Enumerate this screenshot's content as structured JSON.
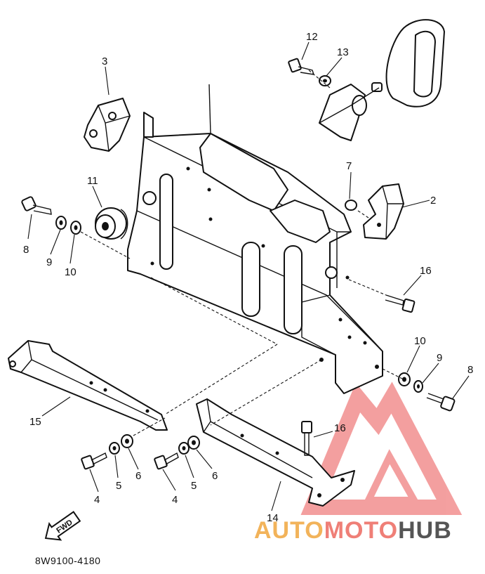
{
  "callouts": {
    "c1": "2",
    "c2": "3",
    "c3": "4",
    "c4": "4",
    "c5": "5",
    "c6": "5",
    "c7": "6",
    "c8": "6",
    "c9": "7",
    "c10": "8",
    "c11": "8",
    "c12": "9",
    "c13": "9",
    "c14": "10",
    "c15": "10",
    "c16": "11",
    "c17": "12",
    "c18": "13",
    "c19": "14",
    "c20": "15",
    "c21": "16",
    "c22": "16"
  },
  "direction_arrow": "FWD",
  "diagram_code": "8W9100-4180",
  "watermark": {
    "part1": "AUTO",
    "part2": "MOTO",
    "part3": "HUB",
    "color_auto": "#f2b35a",
    "color_moto": "#ef7f77",
    "color_hub": "#555555",
    "logo_color": "#f08080"
  }
}
